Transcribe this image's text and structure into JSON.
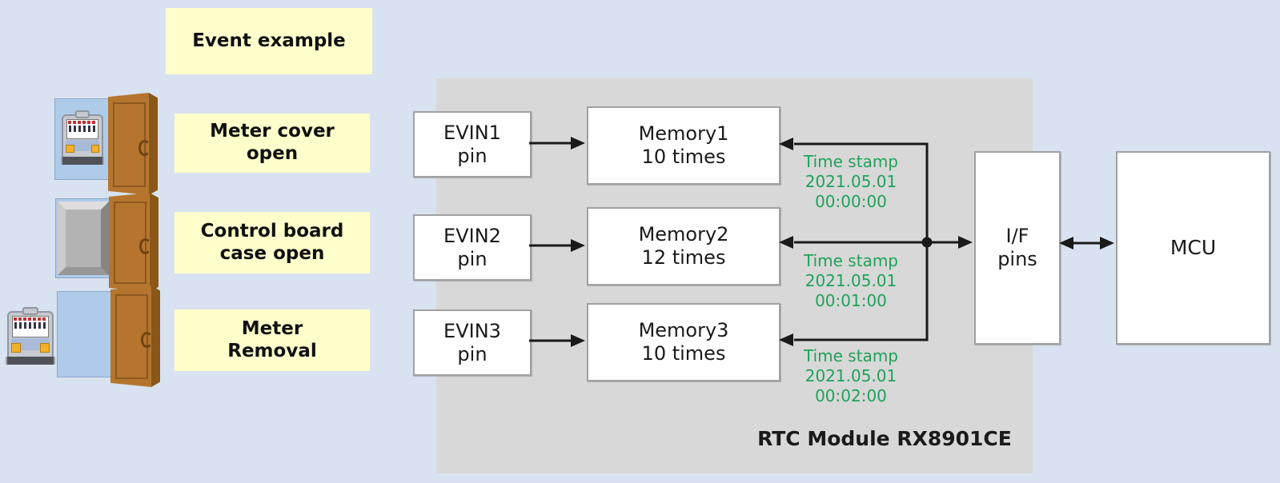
{
  "event_panel": {
    "title": "Event example",
    "rows": [
      {
        "text": "Meter cover\nopen"
      },
      {
        "text": "Control board\ncase open"
      },
      {
        "text": "Meter\nRemoval"
      }
    ]
  },
  "rtc_module": {
    "name": "RTC Module RX8901CE",
    "evin_pins": [
      {
        "label": "EVIN1\npin"
      },
      {
        "label": "EVIN2\npin"
      },
      {
        "label": "EVIN3\npin"
      }
    ],
    "memories": [
      {
        "label": "Memory1\n10 times"
      },
      {
        "label": "Memory2\n12 times"
      },
      {
        "label": "Memory3\n10 times"
      }
    ],
    "timestamps": [
      {
        "label": "Time stamp\n2021.05.01\n00:00:00"
      },
      {
        "label": "Time stamp\n2021.05.01\n00:01:00"
      },
      {
        "label": "Time stamp\n2021.05.01\n00:02:00"
      }
    ],
    "if_pins_label": "I/F\npins"
  },
  "mcu_label": "MCU",
  "colors": {
    "background": "#d9e2f0",
    "module_fill": "#d8d8d8",
    "label_fill": "#ffffcc",
    "timestamp_green": "#1fa25a",
    "line_black": "#1a1a1a",
    "box_border": "#a1a1a1",
    "text": "#1a1a1a",
    "door_brown": "#b5752e",
    "door_edge": "#8a5716",
    "panel_blue": "#aecbea"
  }
}
